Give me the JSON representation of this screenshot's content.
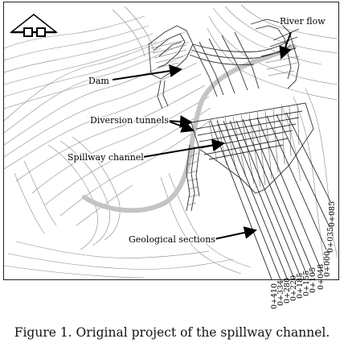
{
  "map": {
    "callouts": {
      "river_flow": "River flow",
      "dam": "Dam",
      "diversion_tunnels": "Diversion tunnels",
      "spillway_channel": "Spillway channel",
      "geological_sections": "Geological sections"
    },
    "section_labels": [
      "0+410",
      "0+334",
      "0+280",
      "0+220",
      "0+185",
      "0+155",
      "0+105",
      "0+048",
      "0+000",
      "0+035",
      "0+085"
    ]
  },
  "caption": "Figure 1. Original project of the spillway channel."
}
